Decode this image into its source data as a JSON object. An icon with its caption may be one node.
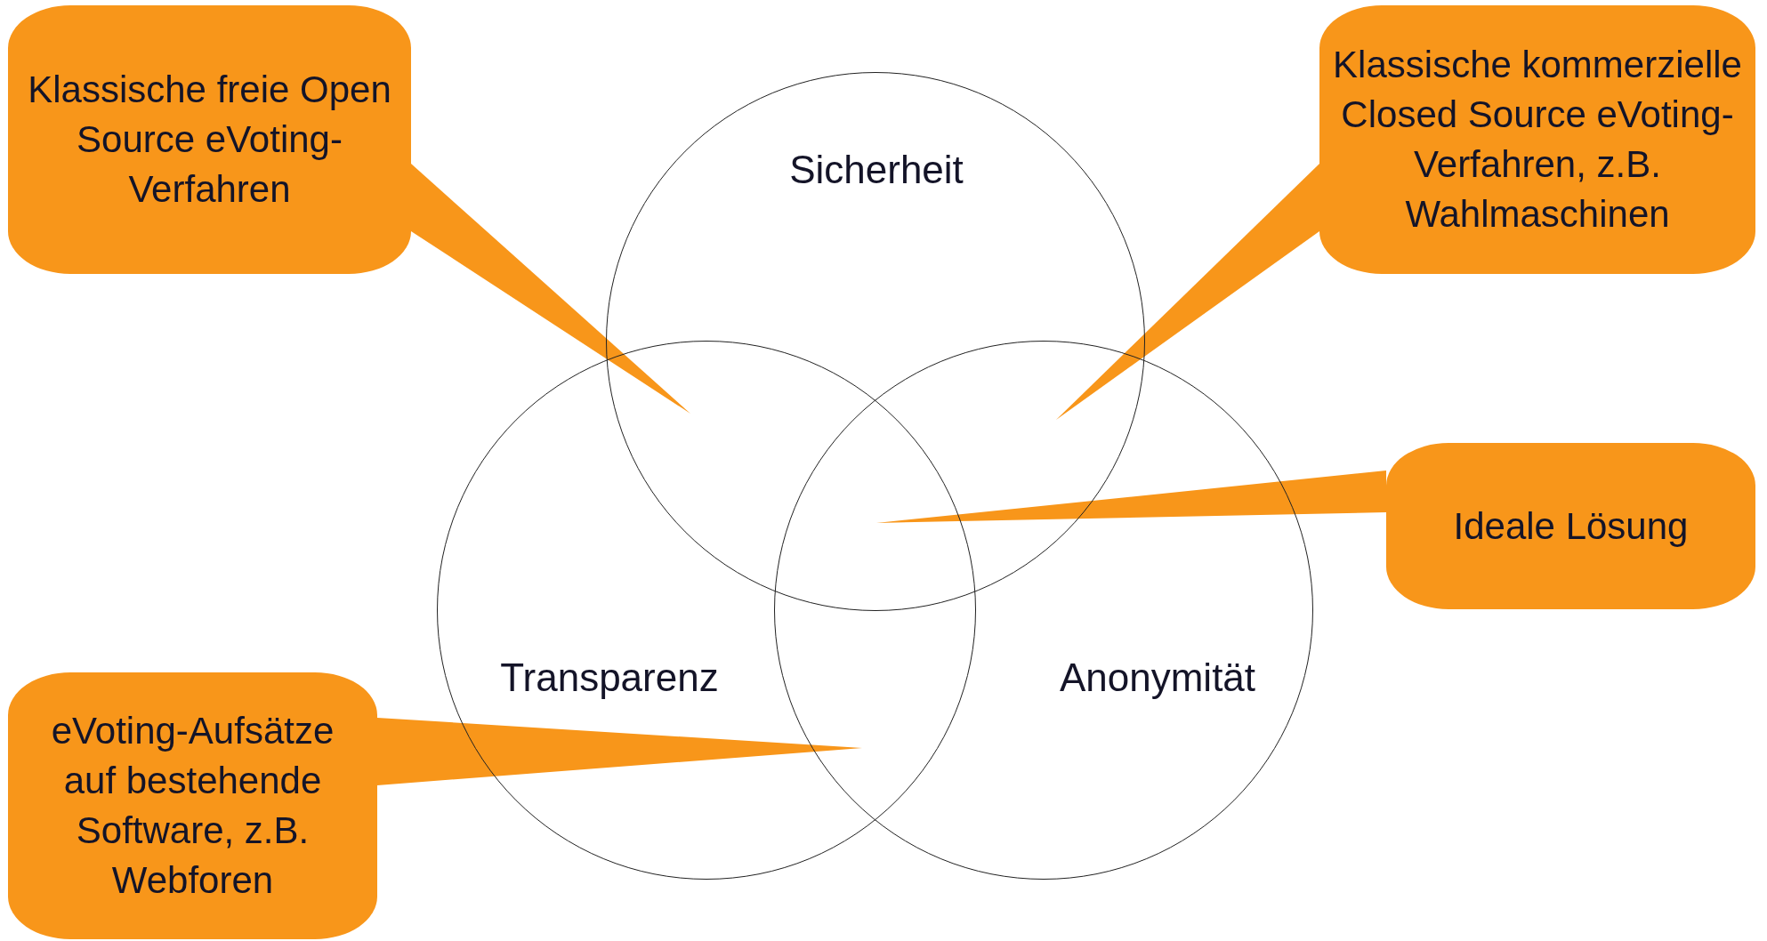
{
  "diagram": {
    "nodes": [
      {
        "text": [
          "Sicherheit"
        ]
      },
      {
        "text": [
          "Transparenz"
        ]
      },
      {
        "text": [
          "Anonymität"
        ]
      },
      {
        "text": [
          "Klassische freie Open Source eVoting-Verfahren"
        ]
      },
      {
        "text": [
          "Klassische kommerzielle Closed Source eVoting-Verfahren, z.B. Wahlmaschinen"
        ]
      },
      {
        "text": [
          "Ideale Lösung"
        ]
      },
      {
        "text": [
          "eVoting-Aufsätze auf bestehende Software, z.B. Webforen"
        ]
      }
    ],
    "edges": [
      {
        "from": 3,
        "to": null,
        "arrow": "to"
      },
      {
        "from": 4,
        "to": null,
        "arrow": "to"
      },
      {
        "from": 5,
        "to": null,
        "arrow": "to"
      },
      {
        "from": 6,
        "to": null,
        "arrow": "to"
      }
    ]
  }
}
